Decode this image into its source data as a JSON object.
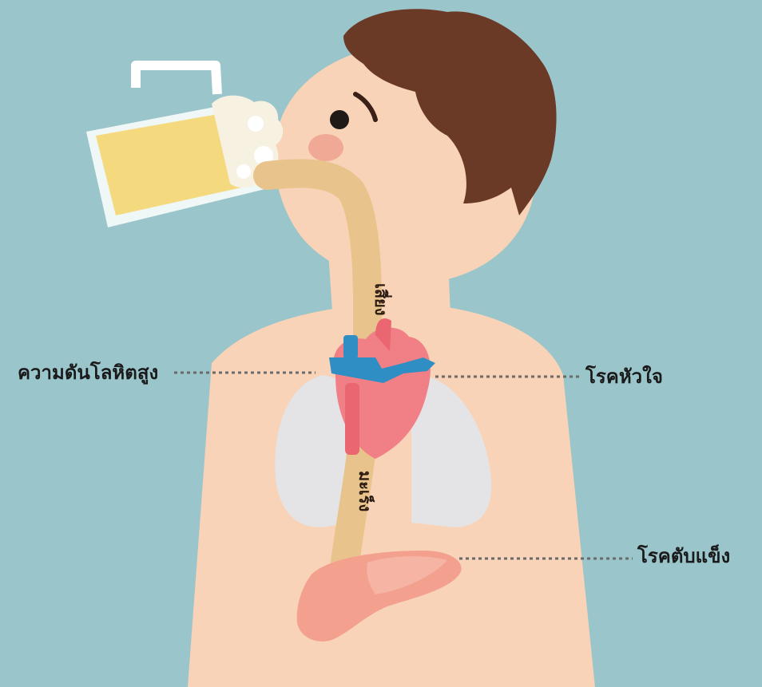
{
  "labels": {
    "high_blood_pressure": "ความดันโลหิตสูง",
    "heart_disease": "โรคหัวใจ",
    "cirrhosis": "โรคตับแข็ง",
    "esophagus_upper": "เสี่ยง",
    "esophagus_lower": "มะเร็ง"
  },
  "colors": {
    "background": "#9ac5cb",
    "skin": "#f8d3b8",
    "hair": "#6b3a26",
    "beer": "#f5d97e",
    "heart": "#f07f86",
    "vessel": "#2f8fc4",
    "lung": "#e4e4e6",
    "liver": "#f3a08f",
    "esophagus": "#e8c38b",
    "dotted_line": "#6a6a6a"
  }
}
